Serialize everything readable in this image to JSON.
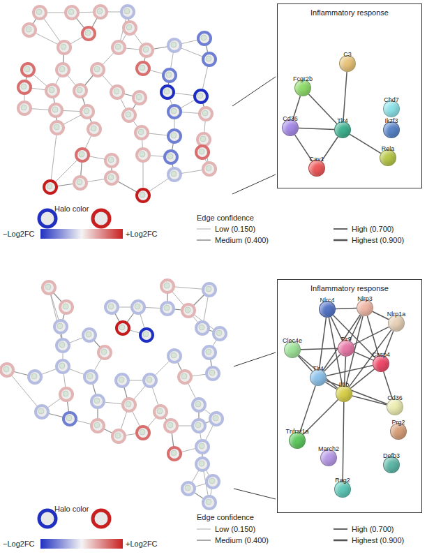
{
  "diagram": {
    "nodes": [
      {
        "text": [
          "Inflammatory response"
        ]
      },
      {
        "text": [
          "C3"
        ],
        "in": 0
      },
      {
        "text": [
          "Fcgr2b"
        ],
        "in": 0
      },
      {
        "text": [
          "Chd7"
        ],
        "in": 0
      },
      {
        "text": [
          "Ikzf3"
        ],
        "in": 0
      },
      {
        "text": [
          "Cd36"
        ],
        "in": 0
      },
      {
        "text": [
          "Tlr4"
        ],
        "in": 0
      },
      {
        "text": [
          "Rela"
        ],
        "in": 0
      },
      {
        "text": [
          "Cav1"
        ],
        "in": 0
      },
      {
        "text": [
          "Inflammatory response"
        ]
      },
      {
        "text": [
          "Nlrc4"
        ],
        "in": 9
      },
      {
        "text": [
          "Nlrp3"
        ],
        "in": 9
      },
      {
        "text": [
          "Nlrp1a"
        ],
        "in": 9
      },
      {
        "text": [
          "Tlr9"
        ],
        "in": 9
      },
      {
        "text": [
          "Clec4e"
        ],
        "in": 9
      },
      {
        "text": [
          "Casp4"
        ],
        "in": 9
      },
      {
        "text": [
          "Tlr4"
        ],
        "in": 9
      },
      {
        "text": [
          "Il1b"
        ],
        "in": 9
      },
      {
        "text": [
          "Cd36"
        ],
        "in": 9
      },
      {
        "text": [
          "Prg2"
        ],
        "in": 9
      },
      {
        "text": [
          "Tnfrsf1a"
        ],
        "in": 9
      },
      {
        "text": [
          "March2"
        ],
        "in": 9
      },
      {
        "text": [
          "Defb3"
        ],
        "in": 9
      },
      {
        "text": [
          "Rag2"
        ],
        "in": 9
      }
    ],
    "edges": [
      {
        "from": 1,
        "to": 6,
        "arrow": "none"
      },
      {
        "from": 2,
        "to": 6,
        "arrow": "none"
      },
      {
        "from": 2,
        "to": 5,
        "arrow": "none"
      },
      {
        "from": 5,
        "to": 6,
        "arrow": "none"
      },
      {
        "from": 5,
        "to": 8,
        "arrow": "none"
      },
      {
        "from": 8,
        "to": 6,
        "arrow": "none"
      },
      {
        "from": 6,
        "to": 7,
        "arrow": "none"
      },
      {
        "from": 10,
        "to": 11,
        "arrow": "none"
      },
      {
        "from": 10,
        "to": 13,
        "arrow": "none"
      },
      {
        "from": 10,
        "to": 16,
        "arrow": "none"
      },
      {
        "from": 10,
        "to": 17,
        "arrow": "none"
      },
      {
        "from": 10,
        "to": 15,
        "arrow": "none"
      },
      {
        "from": 11,
        "to": 12,
        "arrow": "none"
      },
      {
        "from": 11,
        "to": 13,
        "arrow": "none"
      },
      {
        "from": 11,
        "to": 15,
        "arrow": "none"
      },
      {
        "from": 11,
        "to": 17,
        "arrow": "none"
      },
      {
        "from": 11,
        "to": 16,
        "arrow": "none"
      },
      {
        "from": 12,
        "to": 15,
        "arrow": "none"
      },
      {
        "from": 12,
        "to": 17,
        "arrow": "none"
      },
      {
        "from": 12,
        "to": 13,
        "arrow": "none"
      },
      {
        "from": 13,
        "to": 16,
        "arrow": "none"
      },
      {
        "from": 13,
        "to": 17,
        "arrow": "none"
      },
      {
        "from": 13,
        "to": 15,
        "arrow": "none"
      },
      {
        "from": 14,
        "to": 16,
        "arrow": "none"
      },
      {
        "from": 14,
        "to": 17,
        "arrow": "none"
      },
      {
        "from": 14,
        "to": 13,
        "arrow": "none"
      },
      {
        "from": 16,
        "to": 17,
        "arrow": "none"
      },
      {
        "from": 16,
        "to": 15,
        "arrow": "none"
      },
      {
        "from": 16,
        "to": 18,
        "arrow": "none"
      },
      {
        "from": 16,
        "to": 20,
        "arrow": "none"
      },
      {
        "from": 17,
        "to": 15,
        "arrow": "none"
      },
      {
        "from": 17,
        "to": 18,
        "arrow": "none"
      },
      {
        "from": 17,
        "to": 20,
        "arrow": "none"
      },
      {
        "from": 17,
        "to": 23,
        "arrow": "none"
      },
      {
        "from": 15,
        "to": 18,
        "arrow": "none"
      }
    ],
    "labels": [
      "Halo color",
      "−Log2FC",
      "+Log2FC",
      "Edge confidence",
      "Halo color",
      "−Log2FC",
      "+Log2FC",
      "Edge confidence"
    ],
    "legend": [
      {
        "text": "Low (0.150)"
      },
      {
        "text": "Medium (0.400)"
      },
      {
        "text": "High (0.700)"
      },
      {
        "text": "Highest (0.900)"
      },
      {
        "text": "Low (0.150)"
      },
      {
        "text": "Medium (0.400)"
      },
      {
        "text": "High (0.700)"
      },
      {
        "text": "Highest (0.900)"
      }
    ]
  }
}
